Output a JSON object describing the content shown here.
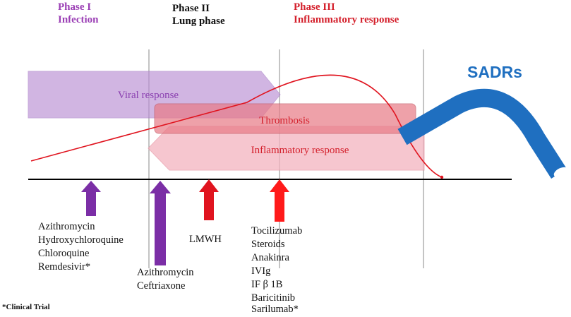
{
  "phases": [
    {
      "title": "Phase I",
      "subtitle": "Infection",
      "color": "#9b3fb5"
    },
    {
      "title": "Phase II",
      "subtitle": "Lung phase",
      "color": "#111111"
    },
    {
      "title": "Phase III",
      "subtitle": "Inflammatory response",
      "color": "#d4202c"
    }
  ],
  "bands": {
    "viral": {
      "label": "Viral response",
      "color": "#b98fd4",
      "text_color": "#8a3fb0"
    },
    "thrombosis": {
      "label": "Thrombosis",
      "color": "#e87a86",
      "text_color": "#d4202c"
    },
    "inflammatory": {
      "label": "Inflammatory response",
      "color": "#f3b3c0",
      "text_color": "#d4202c"
    }
  },
  "sadrs": {
    "label": "SADRs",
    "color": "#1f6fc0"
  },
  "drug_groups": [
    {
      "arrow_color": "#7b2ea6",
      "drugs": [
        "Azithromycin",
        "Hydroxychloroquine",
        "Chloroquine",
        "Remdesivir*"
      ]
    },
    {
      "arrow_color": "#7b2ea6",
      "drugs": [
        "Azithromycin",
        "Ceftriaxone"
      ]
    },
    {
      "arrow_color": "#e0141f",
      "drugs": [
        "LMWH"
      ]
    },
    {
      "arrow_color": "#ff1a1a",
      "drugs": [
        "Tocilizumab",
        "Steroids",
        "Anakinra",
        "IVIg",
        "IF β 1B",
        "Baricitinib",
        "Sarilumab*"
      ]
    }
  ],
  "footnote": "*Clinical Trial"
}
